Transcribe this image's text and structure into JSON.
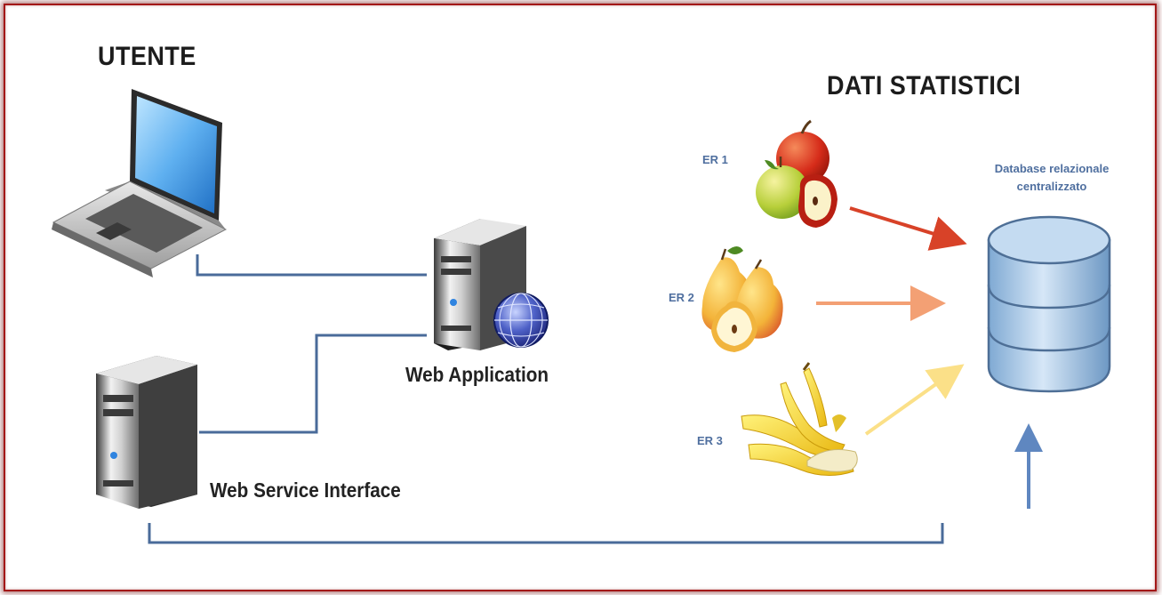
{
  "user": {
    "heading": "UTENTE"
  },
  "stats": {
    "heading": "DATI STATISTICI"
  },
  "servers": {
    "web_application": "Web Application",
    "web_service_interface": "Web Service Interface"
  },
  "sources": [
    {
      "label": "ER 1",
      "fruit": "apple-icon",
      "arrow_color": "#d84228"
    },
    {
      "label": "ER 2",
      "fruit": "pear-icon",
      "arrow_color": "#f3a074"
    },
    {
      "label": "ER 3",
      "fruit": "banana-icon",
      "arrow_color": "#fbe088"
    }
  ],
  "database": {
    "label_line1": "Database relazionale",
    "label_line2": "centralizzato",
    "icon": "database-icon",
    "color": "#a9c8e6"
  },
  "connector_color": "#4a6b9a"
}
